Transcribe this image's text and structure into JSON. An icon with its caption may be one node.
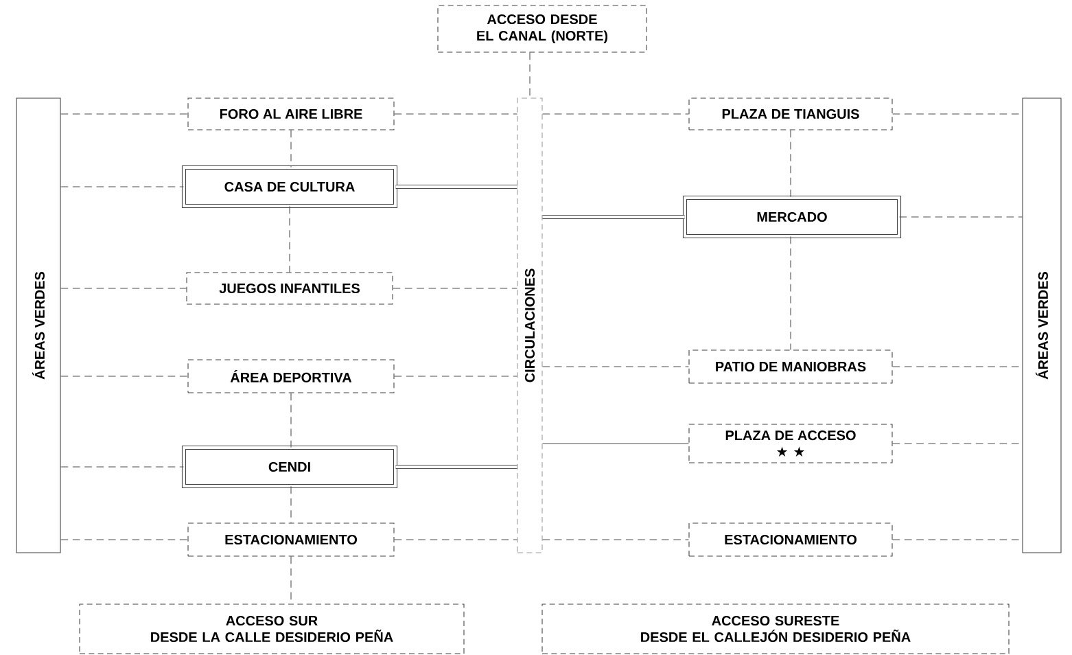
{
  "diagram": {
    "nodes": [
      {
        "text": [
          "ACCESO DESDE EL CANAL (NORTE)"
        ]
      },
      {
        "text": [
          "ÁREAS VERDES"
        ]
      },
      {
        "text": [
          "FORO AL AIRE LIBRE"
        ]
      },
      {
        "text": [
          "CASA DE CULTURA"
        ]
      },
      {
        "text": [
          "JUEGOS INFANTILES"
        ]
      },
      {
        "text": [
          "ÁREA DEPORTIVA"
        ]
      },
      {
        "text": [
          "CENDI"
        ]
      },
      {
        "text": [
          "ESTACIONAMIENTO"
        ]
      },
      {
        "text": [
          "CIRCULACIONES"
        ]
      },
      {
        "text": [
          "PLAZA DE TIANGUIS"
        ]
      },
      {
        "text": [
          "MERCADO"
        ]
      },
      {
        "text": [
          "PATIO DE MANIOBRAS"
        ]
      },
      {
        "text": [
          "PLAZA DE ACCESO",
          "★ ★"
        ]
      },
      {
        "text": [
          "ESTACIONAMIENTO"
        ]
      },
      {
        "text": [
          "ÁREAS VERDES"
        ]
      },
      {
        "text": [
          "ACCESO SUR",
          "DESDE LA CALLE DESIDERIO PEÑA"
        ]
      },
      {
        "text": [
          "ACCESO SURESTE",
          "DESDE EL CALLEJÓN DESIDERIO PEÑA"
        ]
      }
    ],
    "edges": [
      {
        "from": 0,
        "to": 8,
        "arrow": "none",
        "style": "dashed"
      },
      {
        "from": 1,
        "to": 2,
        "arrow": "none",
        "style": "dashed"
      },
      {
        "from": 1,
        "to": 3,
        "arrow": "none",
        "style": "dashed"
      },
      {
        "from": 1,
        "to": 4,
        "arrow": "none",
        "style": "dashed"
      },
      {
        "from": 1,
        "to": 5,
        "arrow": "none",
        "style": "dashed"
      },
      {
        "from": 1,
        "to": 6,
        "arrow": "none",
        "style": "dashed"
      },
      {
        "from": 1,
        "to": 7,
        "arrow": "none",
        "style": "dashed"
      },
      {
        "from": 2,
        "to": 8,
        "arrow": "none",
        "style": "dashed"
      },
      {
        "from": 3,
        "to": 8,
        "arrow": "none",
        "style": "thick"
      },
      {
        "from": 4,
        "to": 8,
        "arrow": "none",
        "style": "dashed"
      },
      {
        "from": 5,
        "to": 8,
        "arrow": "none",
        "style": "dashed"
      },
      {
        "from": 6,
        "to": 8,
        "arrow": "none",
        "style": "thick"
      },
      {
        "from": 7,
        "to": 8,
        "arrow": "none",
        "style": "dashed"
      },
      {
        "from": 2,
        "to": 3,
        "arrow": "none",
        "style": "dashed"
      },
      {
        "from": 3,
        "to": 4,
        "arrow": "none",
        "style": "dashed"
      },
      {
        "from": 5,
        "to": 6,
        "arrow": "none",
        "style": "dashed"
      },
      {
        "from": 6,
        "to": 7,
        "arrow": "none",
        "style": "dashed"
      },
      {
        "from": 7,
        "to": 15,
        "arrow": "none",
        "style": "dashed"
      },
      {
        "from": 8,
        "to": 9,
        "arrow": "none",
        "style": "dashed"
      },
      {
        "from": 8,
        "to": 10,
        "arrow": "none",
        "style": "thick"
      },
      {
        "from": 8,
        "to": 11,
        "arrow": "none",
        "style": "dashed"
      },
      {
        "from": 8,
        "to": 12,
        "arrow": "none"
      },
      {
        "from": 8,
        "to": 13,
        "arrow": "none",
        "style": "dashed"
      },
      {
        "from": 9,
        "to": 10,
        "arrow": "none",
        "style": "dashed"
      },
      {
        "from": 10,
        "to": 11,
        "arrow": "none",
        "style": "dashed"
      },
      {
        "from": 9,
        "to": 14,
        "arrow": "none",
        "style": "dashed"
      },
      {
        "from": 10,
        "to": 14,
        "arrow": "none",
        "style": "dashed"
      },
      {
        "from": 11,
        "to": 14,
        "arrow": "none",
        "style": "dashed"
      },
      {
        "from": 12,
        "to": 14,
        "arrow": "none",
        "style": "dashed"
      },
      {
        "from": 13,
        "to": 14,
        "arrow": "none",
        "style": "dashed"
      }
    ]
  }
}
